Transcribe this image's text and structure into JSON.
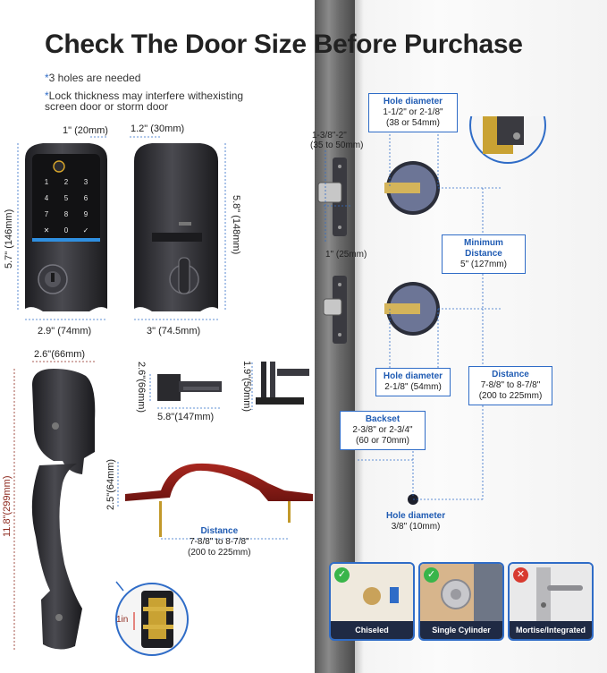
{
  "title": "Check The Door Size Before Purchase",
  "notes": [
    {
      "star": "*",
      "text": "3 holes are needed"
    },
    {
      "star": "*",
      "text": "Lock thickness may interfere withexisting"
    },
    {
      "star": "",
      "text": "screen door or storm door"
    }
  ],
  "keypad": {
    "keys": [
      "1",
      "2",
      "3",
      "4",
      "5",
      "6",
      "7",
      "8",
      "9",
      "✕",
      "0",
      "✓"
    ],
    "width": "1\" (20mm)",
    "height": "5.7\" (146mm)",
    "base_width": "2.9\" (74mm)"
  },
  "inside_unit": {
    "width": "1.2\" (30mm)",
    "height": "5.8\" (148mm)",
    "base_width": "3\" (74.5mm)"
  },
  "handleset": {
    "top_width": "2.6\"(66mm)",
    "total_height": "11.8\"(299mm)",
    "detail_label": "1in"
  },
  "lever": {
    "height": "2.6\"(66mm)",
    "length": "5.8\"(147mm)",
    "depth": "1.9\"(50mm)"
  },
  "bracket": {
    "height": "2.5\"(64mm)",
    "distance_head": "Distance",
    "distance_line1": "7-8/8\" to 8-7/8\"",
    "distance_line2": "(200 to 225mm)"
  },
  "door": {
    "thickness": "1-3/8\"-2\"",
    "thickness_mm": "(35 to 50mm)",
    "latch_width": "1\" (25mm)",
    "hole_top": {
      "head": "Hole diameter",
      "line1": "1-1/2\" or 2-1/8\"",
      "line2": "(38 or 54mm)"
    },
    "min_distance": {
      "head": "Minimum Distance",
      "line1": "5\" (127mm)"
    },
    "hole_mid": {
      "head": "Hole diameter",
      "line1": "2-1/8\" (54mm)"
    },
    "distance": {
      "head": "Distance",
      "line1": "7-8/8\" to 8-7/8\"",
      "line2": "(200 to 225mm)"
    },
    "backset": {
      "head": "Backset",
      "line1": "2-3/8\" or 2-3/4\"",
      "line2": "(60 or 70mm)"
    },
    "hole_small": {
      "head": "Hole diameter",
      "line1": "3/8\" (10mm)"
    }
  },
  "compat": [
    {
      "label": "Chiseled",
      "status": "✓"
    },
    {
      "label": "Single Cylinder",
      "status": "✓"
    },
    {
      "label": "Mortise/Integrated",
      "status": "✕"
    }
  ],
  "colors": {
    "accent": "#2f6cc7",
    "lock_finish": "#2a2a2e",
    "bracket": "#8b1d17",
    "ok": "#39b54a",
    "no": "#d83a2f"
  }
}
